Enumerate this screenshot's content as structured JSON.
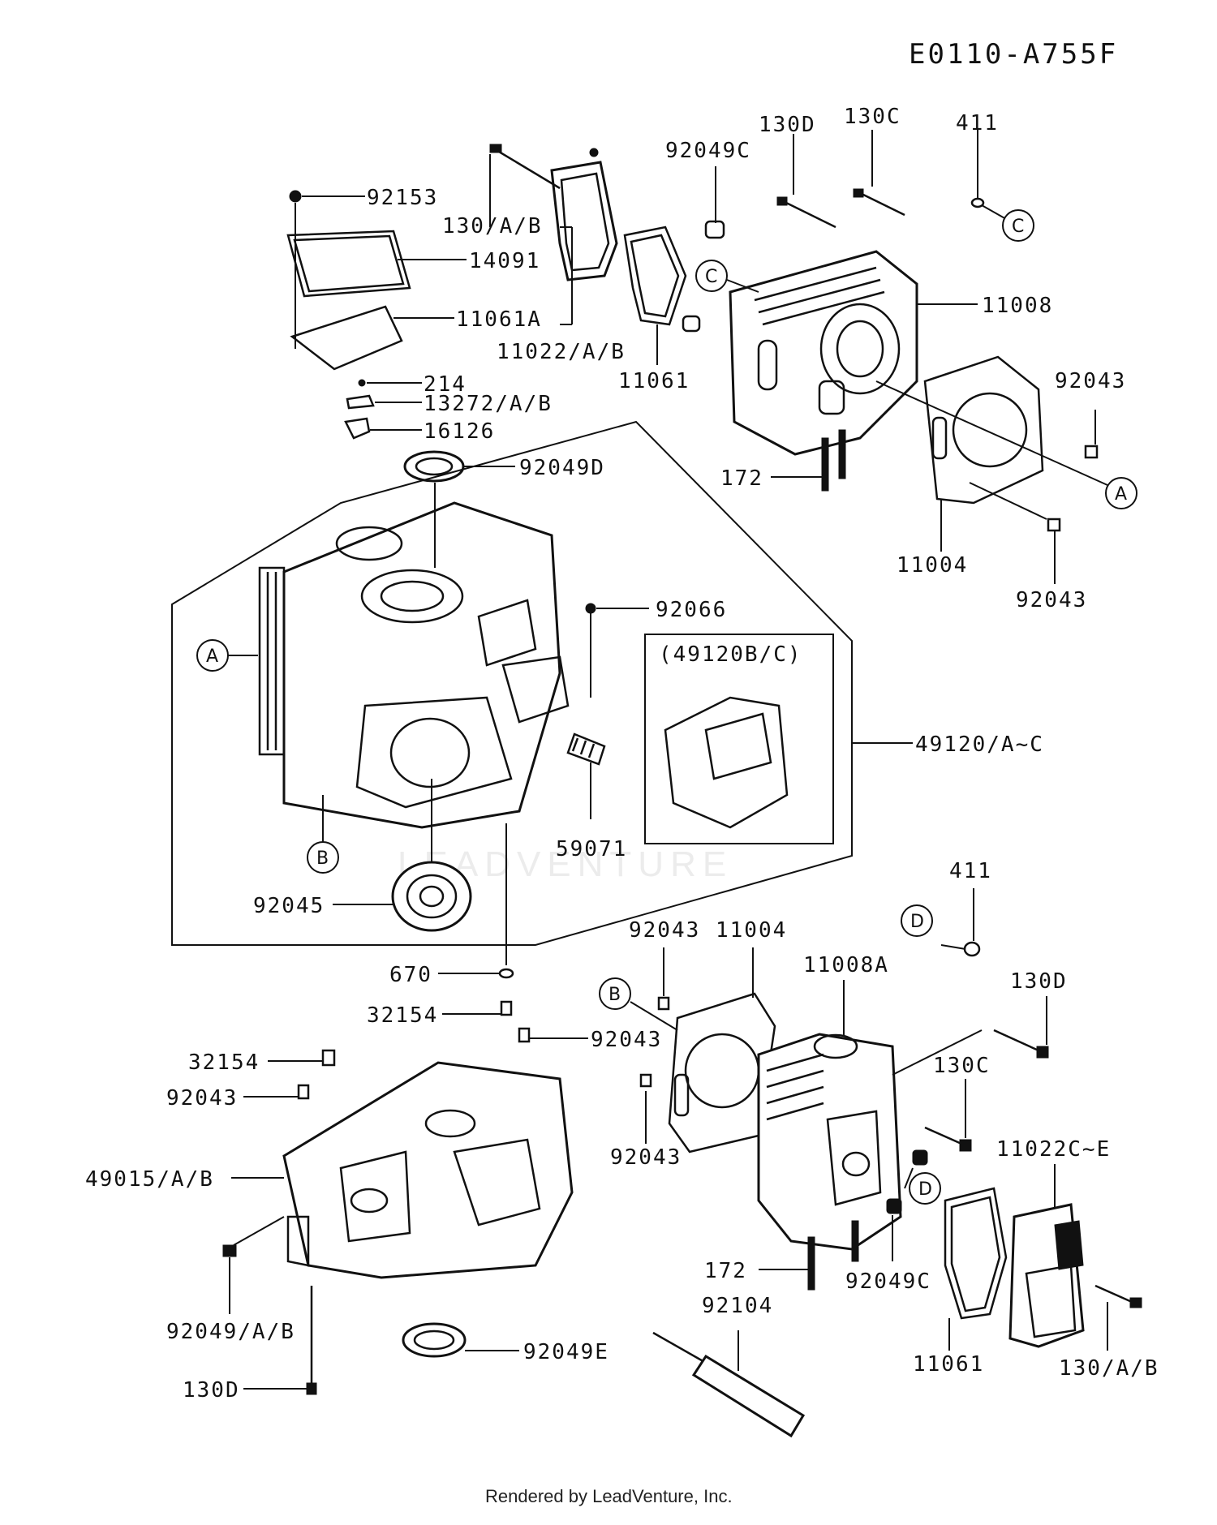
{
  "header": {
    "diagram_code": "E0110-A755F"
  },
  "footer": {
    "credit": "Rendered by LeadVenture, Inc."
  },
  "watermark": {
    "text": "LEADVENTURE"
  },
  "labels": {
    "p92153": "92153",
    "p14091": "14091",
    "p11061A": "11061A",
    "p214": "214",
    "p13272": "13272/A/B",
    "p16126": "16126",
    "p92049D": "92049D",
    "p130AB_top": "130/A/B",
    "p11022AB": "11022/A/B",
    "p11061_top": "11061",
    "p92049C_top": "92049C",
    "p130D_top": "130D",
    "p130C_top": "130C",
    "p411_top": "411",
    "p11008": "11008",
    "p92043_r1": "92043",
    "p172_top": "172",
    "p11004_top": "11004",
    "p92043_r2": "92043",
    "p92066": "92066",
    "p49120BC": "(49120B/C)",
    "p49120AC": "49120/A~C",
    "p59071": "59071",
    "p92045": "92045",
    "p670": "670",
    "p411_mid": "411",
    "p92043_m1": "92043",
    "p11004_bot": "11004",
    "p11008A": "11008A",
    "p130D_mid": "130D",
    "p32154_a": "32154",
    "p92043_m2": "92043",
    "p32154_b": "32154",
    "p92043_m3": "92043",
    "p130C_bot": "130C",
    "p49015AB": "49015/A/B",
    "p110220E": "11022C~E",
    "p92043_bot": "92043",
    "p172_bot": "172",
    "p92049C_bot": "92049C",
    "p92104": "92104",
    "p92049AB": "92049/A/B",
    "p92049E": "92049E",
    "p11061_bot": "11061",
    "p130AB_bot": "130/A/B",
    "p130D_bot": "130D"
  },
  "callouts": {
    "A_left": "A",
    "A_right": "A",
    "B_left": "B",
    "B_right": "B",
    "C_top": "C",
    "C_head": "C",
    "D_top": "D",
    "D_head": "D"
  }
}
